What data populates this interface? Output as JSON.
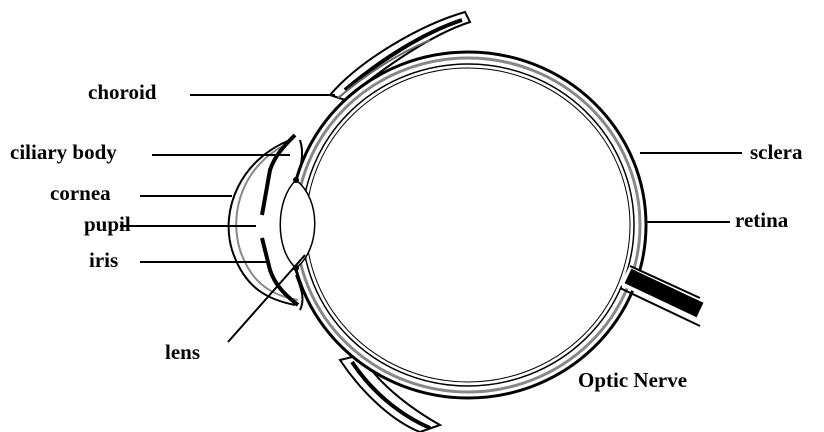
{
  "labels": {
    "choroid": "choroid",
    "ciliary_body": "ciliary body",
    "cornea": "cornea",
    "pupil": "pupil",
    "iris": "iris",
    "lens": "lens",
    "sclera": "sclera",
    "retina": "retina",
    "optic_nerve": "Optic Nerve"
  },
  "colors": {
    "ink": "#000000",
    "background": "#ffffff",
    "tissue_gray": "#888888"
  }
}
